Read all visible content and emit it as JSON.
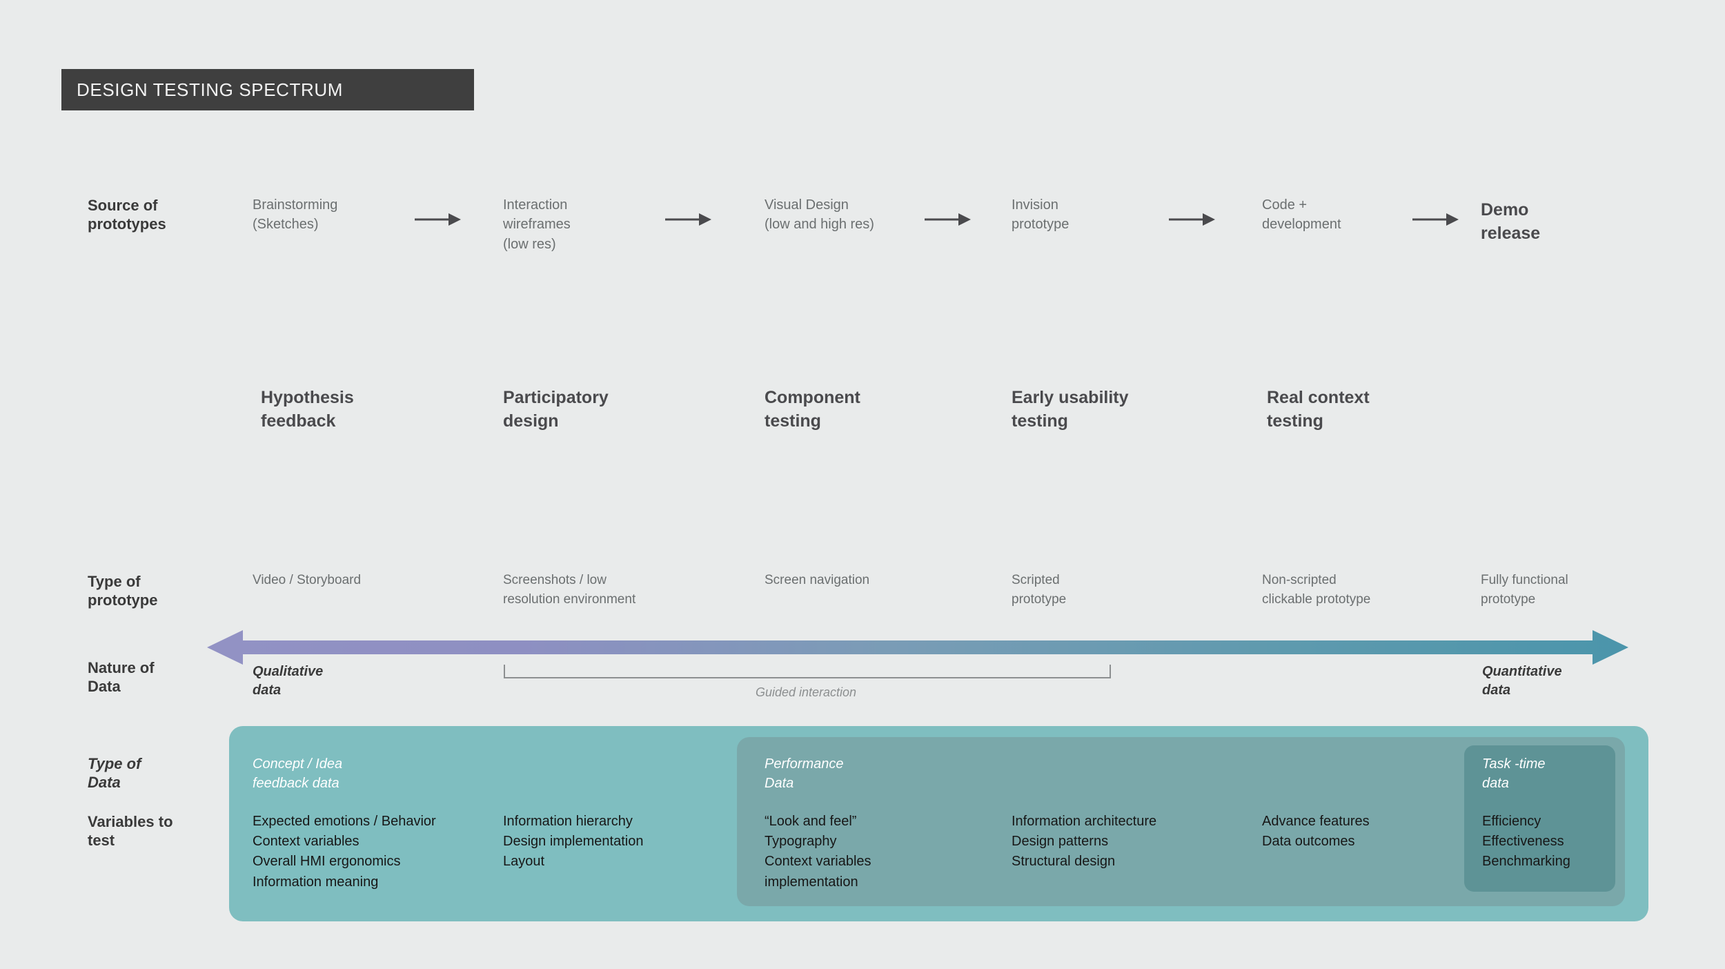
{
  "header": {
    "title": "DESIGN TESTING SPECTRUM",
    "banner_color": "#3f3f3f"
  },
  "row_labels": {
    "source_of_prototypes": "Source of\nprototypes",
    "type_of_prototype": "Type of\nprototype",
    "nature_of_data": "Nature of\nData",
    "type_of_data": "Type of\nData",
    "variables_to_test": "Variables to\ntest"
  },
  "source_stages": [
    {
      "label": "Brainstorming\n(Sketches)"
    },
    {
      "label": "Interaction\nwireframes\n(low res)"
    },
    {
      "label": "Visual Design\n(low and high res)"
    },
    {
      "label": "Invision\nprototype"
    },
    {
      "label": "Code +\ndevelopment"
    },
    {
      "label": "Demo\nrelease"
    }
  ],
  "arrow_icon_name": "right-arrow-icon",
  "methods": [
    {
      "label": "Hypothesis\nfeedback"
    },
    {
      "label": "Participatory\ndesign"
    },
    {
      "label": "Component\ntesting"
    },
    {
      "label": "Early usability\ntesting"
    },
    {
      "label": "Real context\ntesting"
    }
  ],
  "prototype_types": [
    {
      "label": "Video / Storyboard"
    },
    {
      "label": "Screenshots / low\nresolution environment"
    },
    {
      "label": "Screen navigation"
    },
    {
      "label": "Scripted\nprototype"
    },
    {
      "label": "Non-scripted\nclickable prototype"
    },
    {
      "label": "Fully functional\nprototype"
    }
  ],
  "spectrum": {
    "left_caption": "Qualitative\ndata",
    "right_caption": "Quantitative\ndata",
    "bracket_label": "Guided interaction",
    "gradient_start": "#8c8cc0",
    "gradient_end": "#4f97ad"
  },
  "data_panels": {
    "outer_color": "#7fbec0",
    "mid_color": "#7aa8aa",
    "inner_color": "#5e9396",
    "captions": [
      {
        "label": "Concept / Idea\nfeedback data"
      },
      {
        "label": "Performance\nData"
      },
      {
        "label": "Task -time\n data"
      }
    ]
  },
  "variables_columns": [
    {
      "label": "Expected emotions / Behavior\nContext variables\nOverall HMI ergonomics\nInformation meaning"
    },
    {
      "label": "Information hierarchy\nDesign implementation\nLayout"
    },
    {
      "label": "“Look and feel”\nTypography\nContext variables\nimplementation"
    },
    {
      "label": "Information architecture\nDesign patterns\nStructural design"
    },
    {
      "label": "Advance features\nData outcomes"
    },
    {
      "label": "Efficiency\nEffectiveness\nBenchmarking"
    }
  ]
}
